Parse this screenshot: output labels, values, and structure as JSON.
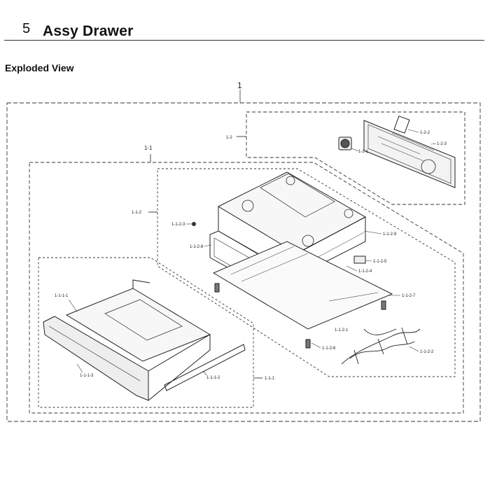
{
  "header": {
    "section_number": "5",
    "section_title": "Assy Drawer",
    "subheading": "Exploded View"
  },
  "diagram": {
    "labels": {
      "l1": "1",
      "l1_1": "1-1",
      "l1_2": "1-2",
      "l1_2_1": "1-2-1",
      "l1_2_2": "1-2-2",
      "l1_2_3": "1-2-3",
      "l1_1_2": "1-1-2",
      "l1_1_2_3": "1-1-2-3",
      "l1_1_2_8": "1-1-2-8",
      "l1_1_2_9": "1-1-2-9",
      "l1_1_2_5": "1-1-2-5",
      "l1_1_2_4": "1-1-2-4",
      "l1_1_2_7": "1-1-2-7",
      "l1_1_2_1": "1-1-2-1",
      "l1_1_2_6": "1-1-2-6",
      "l1_1_2_2": "1-1-2-2",
      "l1_1_1_1": "1-1-1-1",
      "l1_1_1_3": "1-1-1-3",
      "l1_1_1_2": "1-1-1-2",
      "l1_1_1": "1-1-1"
    }
  }
}
